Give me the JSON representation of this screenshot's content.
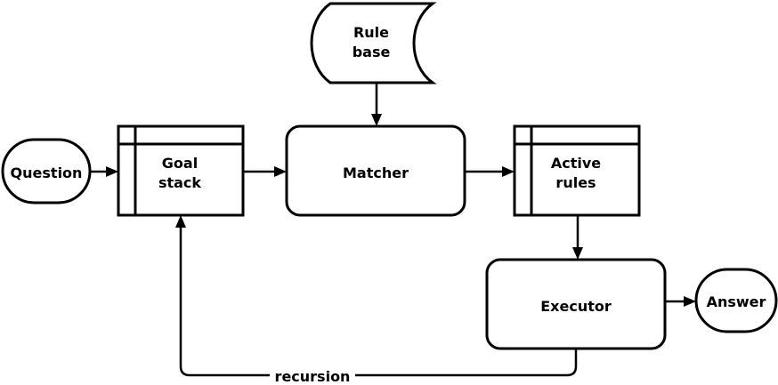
{
  "diagram": {
    "nodes": {
      "question": {
        "label": "Question"
      },
      "goal_stack": {
        "line1": "Goal",
        "line2": "stack"
      },
      "rule_base": {
        "line1": "Rule",
        "line2": "base"
      },
      "matcher": {
        "label": "Matcher"
      },
      "active_rules": {
        "line1": "Active",
        "line2": "rules"
      },
      "executor": {
        "label": "Executor"
      },
      "answer": {
        "label": "Answer"
      }
    },
    "edges": {
      "recursion": {
        "label": "recursion"
      }
    }
  }
}
